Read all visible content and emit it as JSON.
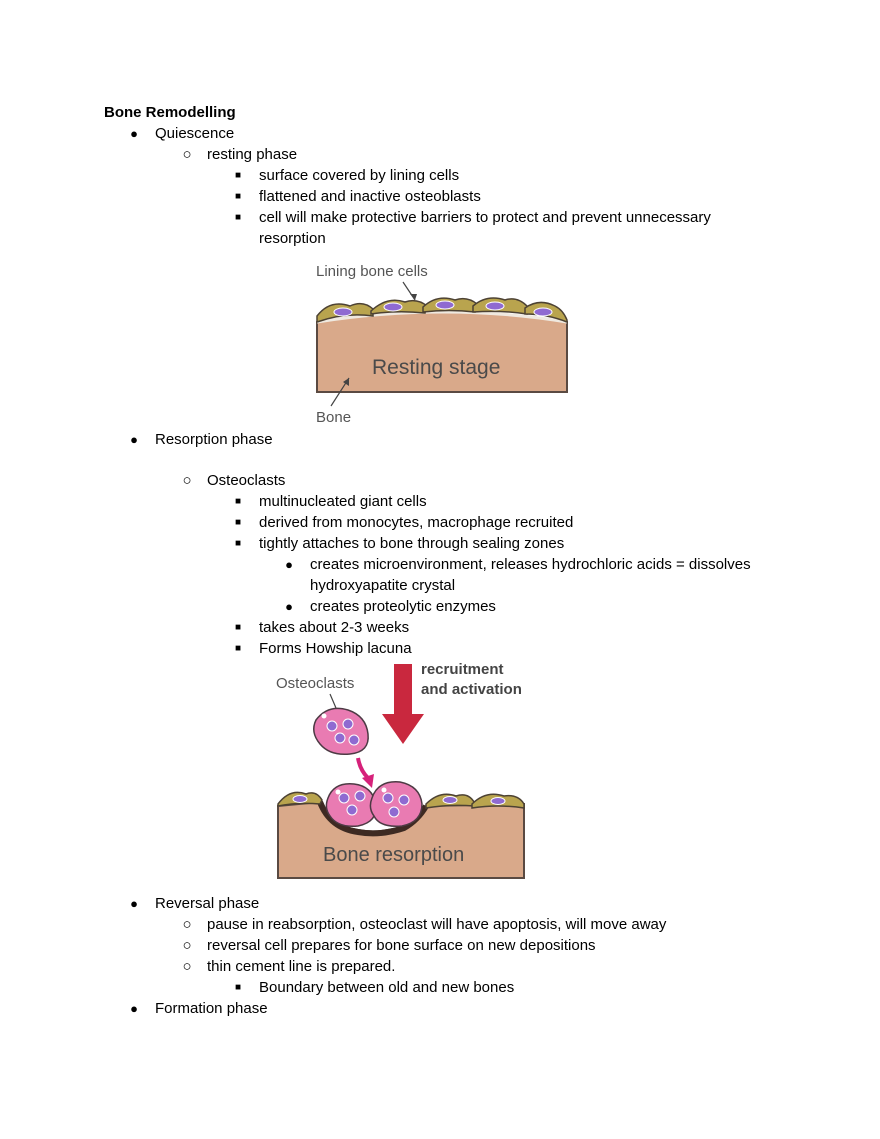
{
  "document": {
    "title": "Bone Remodelling",
    "bullets": {
      "l1": "●",
      "l2": "○",
      "l3": "■"
    },
    "quiescence": {
      "label": "Quiescence",
      "sub": "resting phase",
      "items": [
        "surface covered by lining cells",
        "flattened and inactive osteoblasts",
        "cell will make protective barriers to protect and prevent unnecessary",
        "resorption"
      ]
    },
    "figure1": {
      "lining_label": "Lining bone cells",
      "stage_label": "Resting stage",
      "bone_label": "Bone"
    },
    "resorption": {
      "label": "Resorption phase",
      "sub": "Osteoclasts",
      "items": [
        "multinucleated giant cells",
        "derived from monocytes, macrophage recruited",
        "tightly attaches to bone through sealing zones"
      ],
      "subitems": [
        "creates microenvironment, releases hydrochloric acids = dissolves",
        "hydroxyapatite crystal",
        "creates proteolytic enzymes"
      ],
      "items2": [
        "takes about 2-3 weeks",
        "Forms Howship lacuna"
      ]
    },
    "figure2": {
      "osteoclasts_label": "Osteoclasts",
      "arrow_label_1": "recruitment",
      "arrow_label_2": "and activation",
      "stage_label": "Bone resorption"
    },
    "reversal": {
      "label": "Reversal phase",
      "items": [
        "pause in reabsorption, osteoclast will have apoptosis, will move away",
        "reversal cell prepares for bone surface on new depositions",
        "thin cement line is prepared."
      ],
      "subitem": "Boundary between old and new bones"
    },
    "formation": {
      "label": "Formation phase"
    },
    "colors": {
      "bone": "#d9a98a",
      "bone_outline": "#5a4a42",
      "lining_cell": "#b9a44e",
      "nucleus": "#8f6ad1",
      "osteoclast": "#e97bb2",
      "arrow_red": "#c9283e",
      "arrow_magenta": "#d6217a"
    }
  }
}
